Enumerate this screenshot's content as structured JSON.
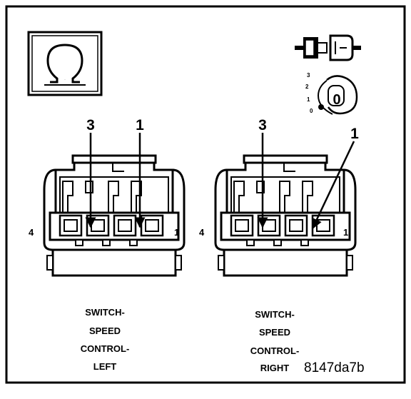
{
  "ohmmeter_symbol": "Ω",
  "ignition": {
    "positions": [
      "3",
      "2",
      "1",
      "0"
    ],
    "key_position": "0"
  },
  "connectors": [
    {
      "callout_left": "3",
      "callout_right": "1",
      "pin_left": "4",
      "pin_right": "1",
      "label_lines": [
        "SWITCH-",
        "SPEED",
        "CONTROL-",
        "LEFT"
      ]
    },
    {
      "callout_left": "3",
      "callout_right": "1",
      "pin_left": "4",
      "pin_right": "1",
      "label_lines": [
        "SWITCH-",
        "SPEED",
        "CONTROL-",
        "RIGHT"
      ]
    }
  ],
  "figure_code": "8147da7b"
}
